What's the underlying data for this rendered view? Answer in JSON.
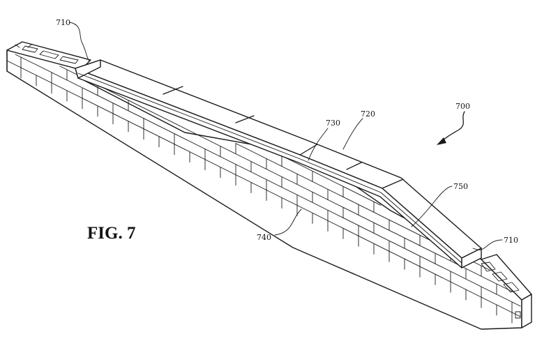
{
  "figure": {
    "caption": "FIG. 7",
    "labels": {
      "overall": "700",
      "end_block_left": "710",
      "end_block_right": "710",
      "cap": "720",
      "top_edge": "730",
      "wall": "740",
      "slope": "750"
    }
  }
}
